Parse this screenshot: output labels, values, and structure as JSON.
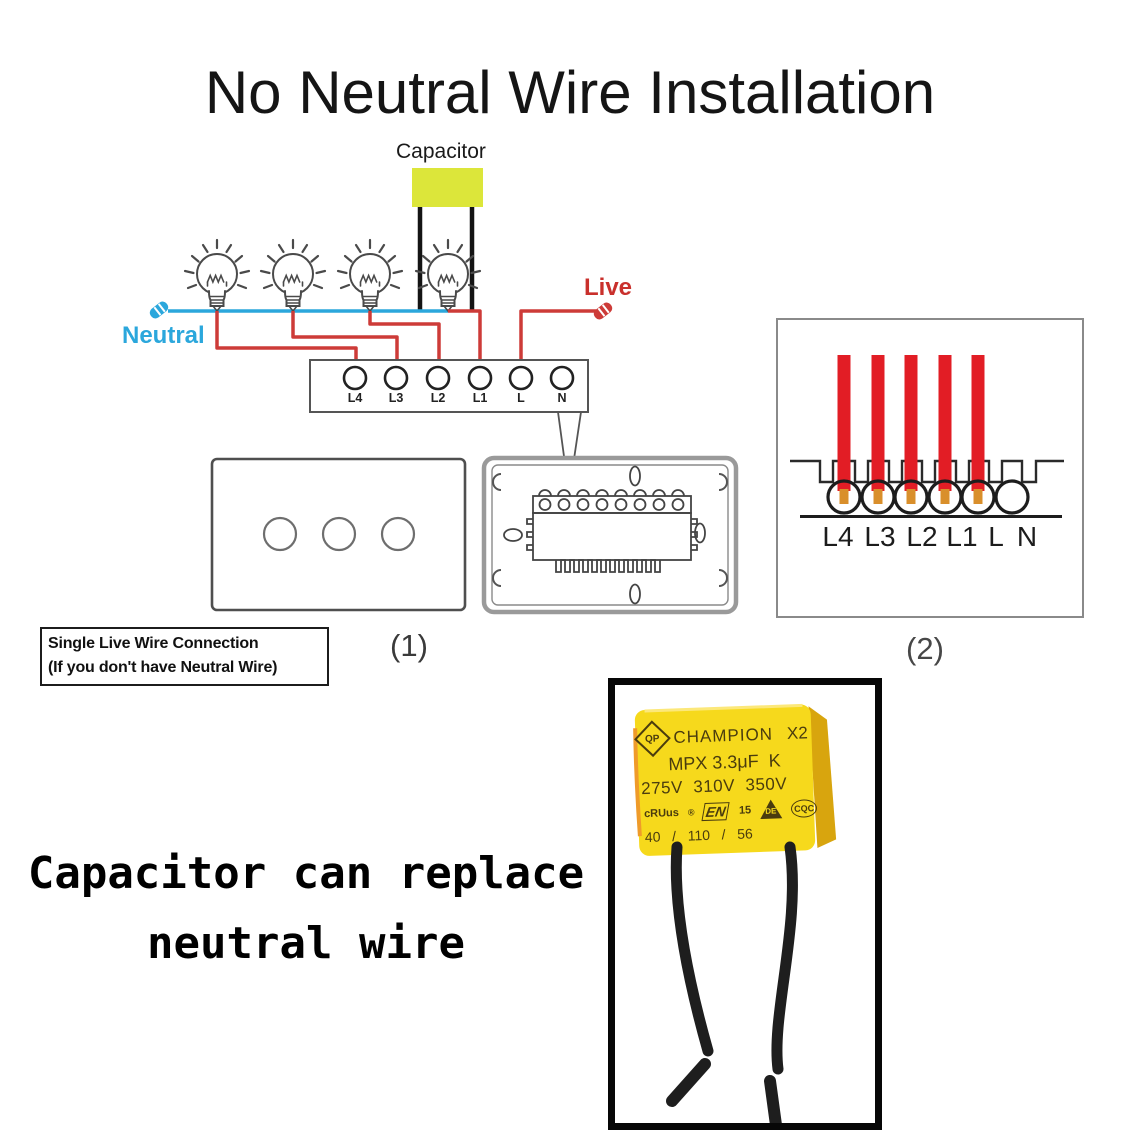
{
  "title": "No Neutral Wire Installation",
  "diagram": {
    "capacitor_label": "Capacitor",
    "neutral_label": "Neutral",
    "live_label": "Live",
    "terminal_labels": [
      "L4",
      "L3",
      "L2",
      "L1",
      "L",
      "N"
    ],
    "panel1_caption": "(1)",
    "panel2_caption": "(2)",
    "note": {
      "line1": "Single Live Wire Connection",
      "line2": "(If you don't have Neutral Wire)"
    }
  },
  "capacitor_photo": {
    "logo_text": "QP",
    "brand": "CHAMPION",
    "safety_class": "X2",
    "series_line": "MPX 3.3μF  K",
    "voltage_line": "275V  310V  350V",
    "cert_ul": "cRUus",
    "cert_reg": "®",
    "cert_enec": "EN",
    "cert_enec_num": "15",
    "cert_vde": "DE",
    "cert_cqc": "CQC",
    "temp_line": "40   /   110   /   56"
  },
  "footer": {
    "line1": "Capacitor can replace",
    "line2": "neutral wire"
  },
  "colors": {
    "neutral_blue": "#2ba7dc",
    "live_red": "#cd3b38",
    "capacitor_yellow": "#dce63a",
    "panel_wire_red": "#e21d25",
    "photo_capacitor_yellow": "#f6d91c"
  }
}
